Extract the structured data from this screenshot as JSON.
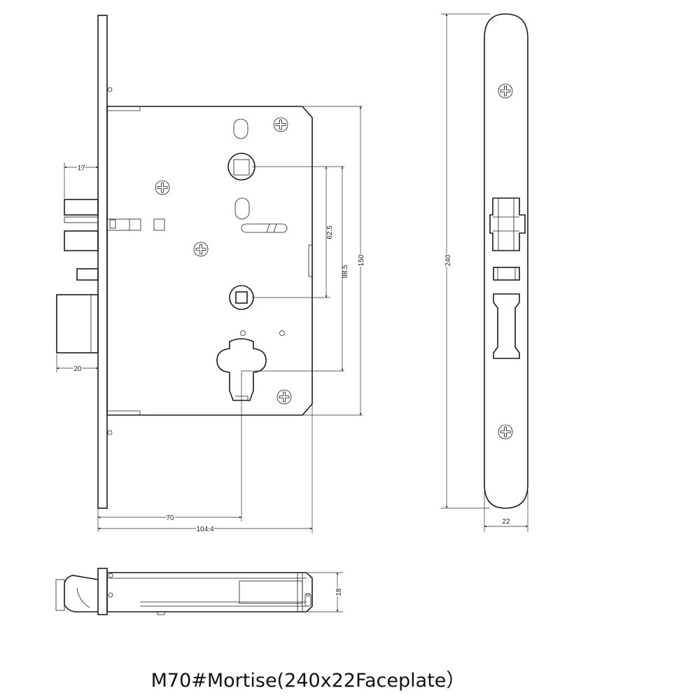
{
  "dimensions": {
    "backset_17": "17",
    "backset_20": "20",
    "center_62_5": "62.5",
    "center_98_5": "98.5",
    "body_height": "150",
    "faceplate_length": "240",
    "backset_70": "70",
    "body_depth": "104.4",
    "faceplate_width": "22",
    "body_thickness": "18"
  },
  "caption": "M70#Mortise(240x22Faceplate）"
}
